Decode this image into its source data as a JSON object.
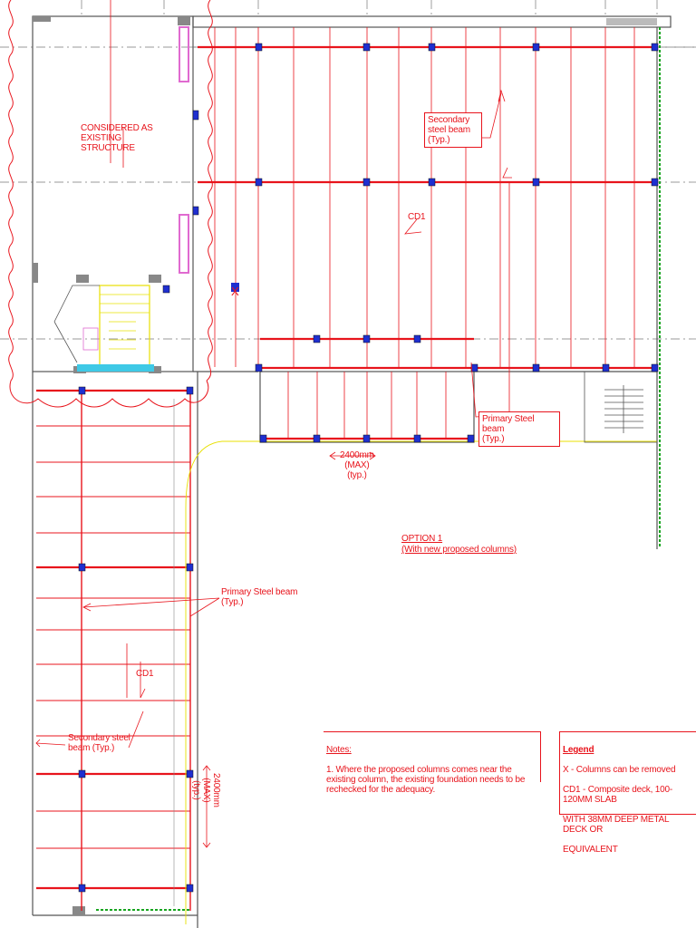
{
  "labels": {
    "existing": "CONSIDERED AS\nEXISTING\nSTRUCTURE",
    "secondary_top": "Secondary\nsteel beam\n(Typ.)",
    "cd1_top": "CD1",
    "primary_right": "Primary Steel beam\n(Typ.)",
    "dim_top": "2400mm\n(MAX)\n(typ.)",
    "option_title": "OPTION 1",
    "option_sub": "(With new proposed columns)",
    "primary_left": "Primary Steel beam\n(Typ.)",
    "cd1_left": "CD1",
    "secondary_left": "Secondary steel\nbeam (Typ.)",
    "dim_left": "2400mm\n(MAX)\n(typ.)",
    "column_remove_mark": "X"
  },
  "notes": {
    "title": "Notes:",
    "text": "1. Where the proposed columns comes near the existing column, the existing foundation needs to be rechecked for the adequacy."
  },
  "legend": {
    "title": "Legend",
    "line1": "X  - Columns can be removed",
    "line2": "CD1 - Composite deck,  100-120MM SLAB",
    "line3": "WITH 38MM DEEP METAL DECK OR",
    "line4": "EQUIVALENT"
  },
  "colors": {
    "beam": "#e8141c",
    "column": "#1f2fd0",
    "wall": "#555555",
    "grid": "#777777",
    "pink": "#e06ad0",
    "yellow": "#e8e000",
    "green": "#17a51f",
    "cyan": "#3ec9e6"
  }
}
